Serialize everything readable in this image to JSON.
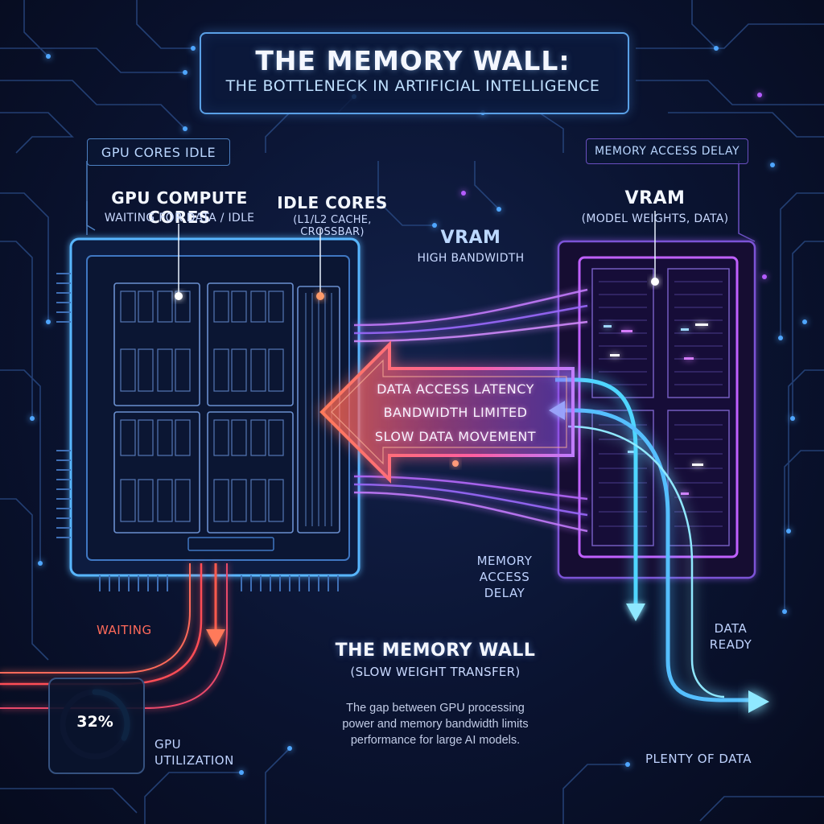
{
  "header": {
    "title": "THE MEMORY WALL:",
    "subtitle": "THE BOTTLENECK IN ARTIFICIAL INTELLIGENCE"
  },
  "gpu": {
    "tag": "GPU CORES IDLE",
    "compute_title": "GPU COMPUTE CORES",
    "compute_sub": "WAITING FOR DATA / IDLE",
    "idle_title": "IDLE CORES",
    "idle_sub": "(L1/L2 CACHE, CROSSBAR)",
    "waiting": "WAITING",
    "utilization_value": "32%",
    "utilization_fraction": 0.32,
    "utilization_label_1": "GPU",
    "utilization_label_2": "UTILIZATION"
  },
  "vram": {
    "tag": "MEMORY ACCESS DELAY",
    "title": "VRAM",
    "sub": "(MODEL WEIGHTS, DATA)",
    "link_title": "VRAM",
    "link_sub": "HIGH BANDWIDTH",
    "data_ready_1": "DATA",
    "data_ready_2": "READY",
    "plenty": "PLENTY OF DATA"
  },
  "arrow": {
    "line1": "DATA ACCESS LATENCY",
    "line2": "BANDWIDTH LIMITED",
    "line3": "SLOW DATA MOVEMENT"
  },
  "delay": {
    "line1": "MEMORY",
    "line2": "ACCESS",
    "line3": "DELAY"
  },
  "wall": {
    "title": "THE MEMORY WALL",
    "sub": "(SLOW WEIGHT TRANSFER)",
    "desc1": "The gap between GPU processing",
    "desc2": "power and memory bandwidth limits",
    "desc3": "performance for large AI models."
  },
  "colors": {
    "accent_blue": "#4fb3ff",
    "accent_purple": "#b15cff",
    "accent_red": "#ff5a4e",
    "accent_cyan": "#56d8ff"
  }
}
